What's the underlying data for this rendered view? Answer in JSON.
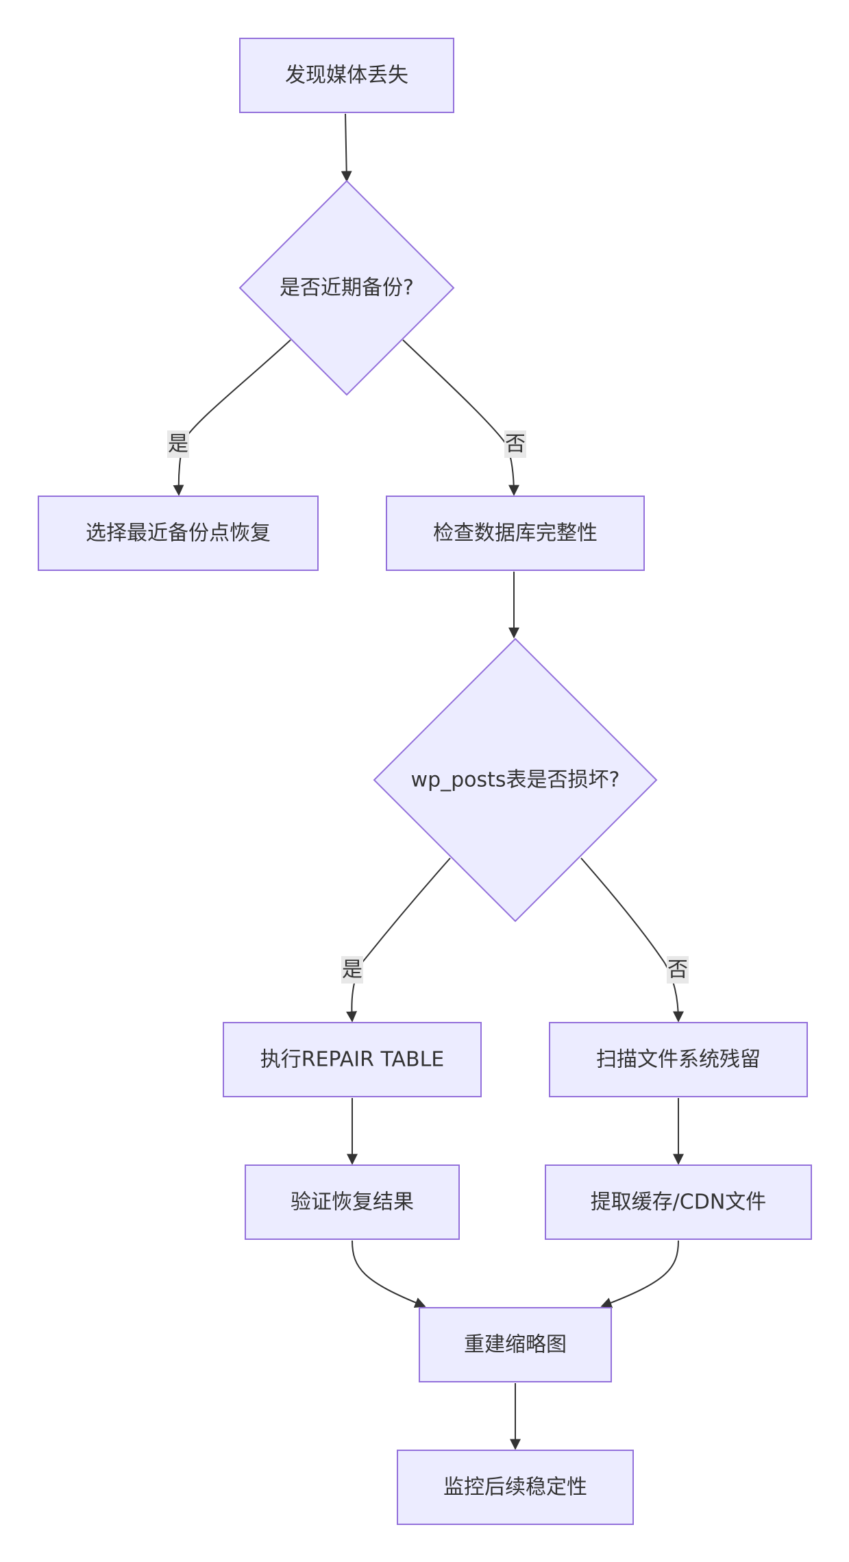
{
  "diagram": {
    "type": "flowchart",
    "colors": {
      "node_fill": "#ECECFF",
      "node_stroke": "#9370DB",
      "edge": "#333333",
      "edge_label_bg": "#e8e8e8",
      "text": "#333333"
    },
    "nodes": {
      "start": {
        "label": "发现媒体丢失",
        "shape": "rect"
      },
      "backup_check": {
        "label": "是否近期备份?",
        "shape": "diamond"
      },
      "restore_backup": {
        "label": "选择最近备份点恢复",
        "shape": "rect"
      },
      "check_db": {
        "label": "检查数据库完整性",
        "shape": "rect"
      },
      "posts_check": {
        "label": "wp_posts表是否损坏?",
        "shape": "diamond"
      },
      "repair_table": {
        "label": "执行REPAIR TABLE",
        "shape": "rect"
      },
      "scan_fs": {
        "label": "扫描文件系统残留",
        "shape": "rect"
      },
      "verify": {
        "label": "验证恢复结果",
        "shape": "rect"
      },
      "extract_cache": {
        "label": "提取缓存/CDN文件",
        "shape": "rect"
      },
      "rebuild_thumbs": {
        "label": "重建缩略图",
        "shape": "rect"
      },
      "monitor": {
        "label": "监控后续稳定性",
        "shape": "rect"
      }
    },
    "edges": {
      "start_to_backup": {
        "from": "start",
        "to": "backup_check",
        "label": ""
      },
      "backup_yes": {
        "from": "backup_check",
        "to": "restore_backup",
        "label": "是"
      },
      "backup_no": {
        "from": "backup_check",
        "to": "check_db",
        "label": "否"
      },
      "db_to_posts": {
        "from": "check_db",
        "to": "posts_check",
        "label": ""
      },
      "posts_yes": {
        "from": "posts_check",
        "to": "repair_table",
        "label": "是"
      },
      "posts_no": {
        "from": "posts_check",
        "to": "scan_fs",
        "label": "否"
      },
      "repair_to_verify": {
        "from": "repair_table",
        "to": "verify",
        "label": ""
      },
      "scan_to_extract": {
        "from": "scan_fs",
        "to": "extract_cache",
        "label": ""
      },
      "verify_to_rebuild": {
        "from": "verify",
        "to": "rebuild_thumbs",
        "label": ""
      },
      "extract_to_rebuild": {
        "from": "extract_cache",
        "to": "rebuild_thumbs",
        "label": ""
      },
      "rebuild_to_monitor": {
        "from": "rebuild_thumbs",
        "to": "monitor",
        "label": ""
      }
    }
  }
}
